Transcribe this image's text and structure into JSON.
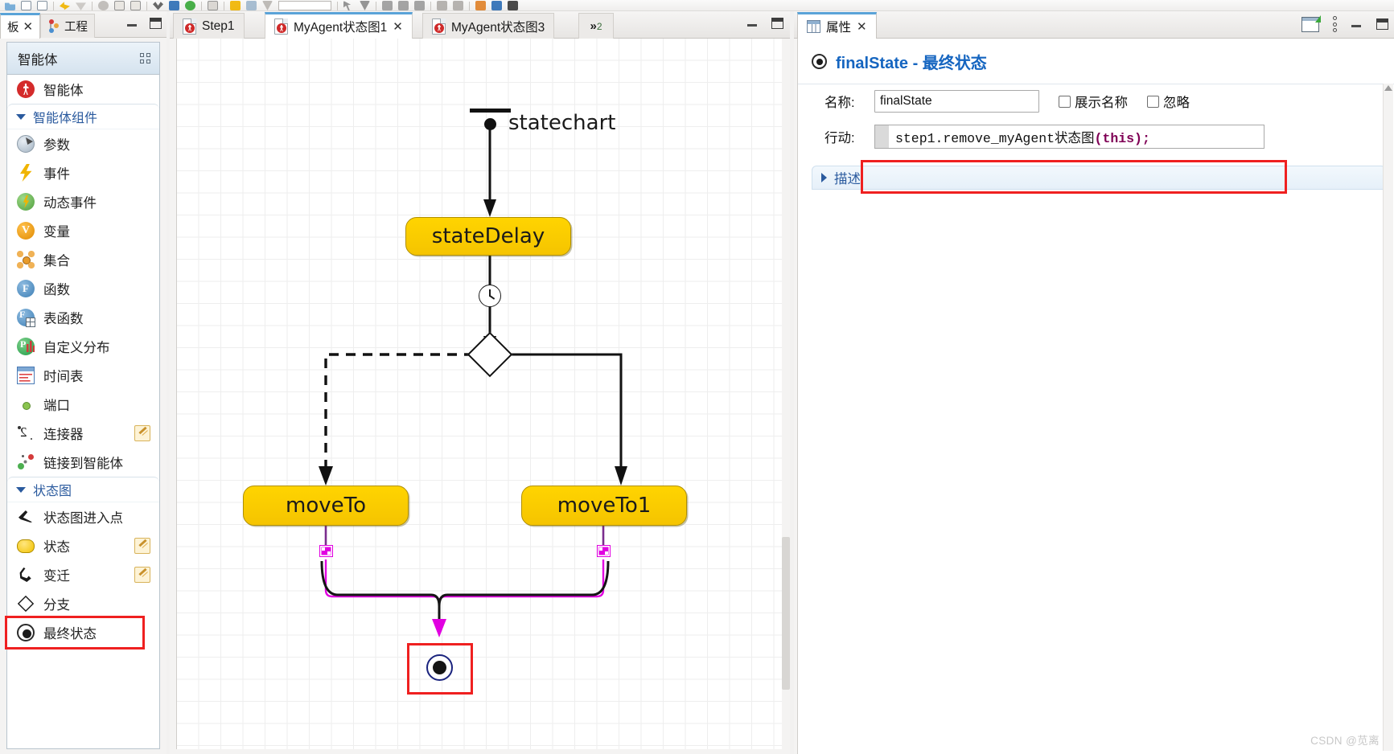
{
  "toolbar": {
    "icons": [
      "open-icon",
      "image-icon",
      "image2-icon",
      "undo-icon",
      "redo-icon",
      "link-icon",
      "copy-icon",
      "paste-icon",
      "find-icon",
      "chart-icon",
      "run-icon",
      "stop-icon",
      "build-icon",
      "zoom-icon",
      "align-icon",
      "select-icon",
      "grid-icon",
      "distribute-icon",
      "group-icon",
      "order-icon",
      "properties-icon",
      "color-icon",
      "info-icon",
      "presentation-icon"
    ],
    "zoom_value": ""
  },
  "left_panel": {
    "tabs": [
      {
        "label": "板",
        "closable": true,
        "active": true,
        "icon": "palette-icon"
      },
      {
        "label": "工程",
        "closable": false,
        "active": false,
        "icon": "project-icon"
      }
    ],
    "minimize_label": "minimize",
    "maximize_label": "maximize",
    "palette": {
      "header": "智能体",
      "header_icon": "grid-icon",
      "items": [
        {
          "label": "智能体",
          "icon": "agent-icon",
          "type": "item",
          "pencil": false
        },
        {
          "label": "智能体组件",
          "icon": "collapse-icon",
          "type": "section"
        },
        {
          "label": "参数",
          "icon": "parameter-icon",
          "type": "item",
          "pencil": false
        },
        {
          "label": "事件",
          "icon": "event-icon",
          "type": "item",
          "pencil": false
        },
        {
          "label": "动态事件",
          "icon": "dynamic-event-icon",
          "type": "item",
          "pencil": false
        },
        {
          "label": "变量",
          "icon": "variable-icon",
          "type": "item",
          "pencil": false
        },
        {
          "label": "集合",
          "icon": "collection-icon",
          "type": "item",
          "pencil": false
        },
        {
          "label": "函数",
          "icon": "function-icon",
          "type": "item",
          "pencil": false
        },
        {
          "label": "表函数",
          "icon": "table-function-icon",
          "type": "item",
          "pencil": false
        },
        {
          "label": "自定义分布",
          "icon": "custom-distribution-icon",
          "type": "item",
          "pencil": false
        },
        {
          "label": "时间表",
          "icon": "schedule-icon",
          "type": "item",
          "pencil": false
        },
        {
          "label": "端口",
          "icon": "port-icon",
          "type": "item",
          "pencil": false
        },
        {
          "label": "连接器",
          "icon": "connector-icon",
          "type": "item",
          "pencil": true
        },
        {
          "label": "链接到智能体",
          "icon": "link-to-agent-icon",
          "type": "item",
          "pencil": false
        },
        {
          "label": "状态图",
          "icon": "collapse-icon",
          "type": "section"
        },
        {
          "label": "状态图进入点",
          "icon": "statechart-entry-icon",
          "type": "item",
          "pencil": false
        },
        {
          "label": "状态",
          "icon": "state-icon",
          "type": "item",
          "pencil": true
        },
        {
          "label": "变迁",
          "icon": "transition-icon",
          "type": "item",
          "pencil": true
        },
        {
          "label": "分支",
          "icon": "branch-icon",
          "type": "item",
          "pencil": false
        },
        {
          "label": "最终状态",
          "icon": "final-state-icon",
          "type": "item",
          "pencil": false,
          "selected": true
        }
      ]
    }
  },
  "editor": {
    "tabs": [
      {
        "label": "Step1",
        "active": false,
        "closable": false
      },
      {
        "label": "MyAgent状态图1",
        "active": true,
        "closable": true
      },
      {
        "label": "MyAgent状态图3",
        "active": false,
        "closable": false
      }
    ],
    "overflow_label": "»",
    "overflow_count": "2",
    "minimize_label": "minimize",
    "maximize_label": "maximize",
    "diagram": {
      "entry_label": "statechart",
      "nodes": [
        {
          "name": "stateDelay",
          "type": "state"
        },
        {
          "name": "moveTo",
          "type": "state"
        },
        {
          "name": "moveTo1",
          "type": "state"
        }
      ],
      "timeout_icon": "clock-icon",
      "branch_icon": "branch-diamond",
      "final_state_icon": "final-state-icon",
      "port_icons": [
        "port-icon",
        "port-icon"
      ]
    }
  },
  "properties": {
    "tab": {
      "label": "属性",
      "icon": "properties-icon",
      "closable": true
    },
    "new_window_label": "new-window",
    "menu_label": "view-menu",
    "minimize_label": "minimize",
    "maximize_label": "maximize",
    "title": "finalState - 最终状态",
    "title_icon": "final-state-icon",
    "name_label": "名称:",
    "name_value": "finalState",
    "checkbox_show_name": "展示名称",
    "checkbox_show_name_checked": false,
    "checkbox_ignore": "忽略",
    "checkbox_ignore_checked": false,
    "action_label": "行动:",
    "action_code_prefix": "step1.remove_myAgent状态图",
    "action_code_suffix": "(this);",
    "description_label": "描述"
  },
  "watermark": "CSDN @苋离",
  "colors": {
    "accent_blue": "#1565c0",
    "state_yellow": "#ffd400",
    "highlight_red": "#ef2020",
    "port_magenta": "#e100e1",
    "transition_purple": "#7b2d8e"
  }
}
